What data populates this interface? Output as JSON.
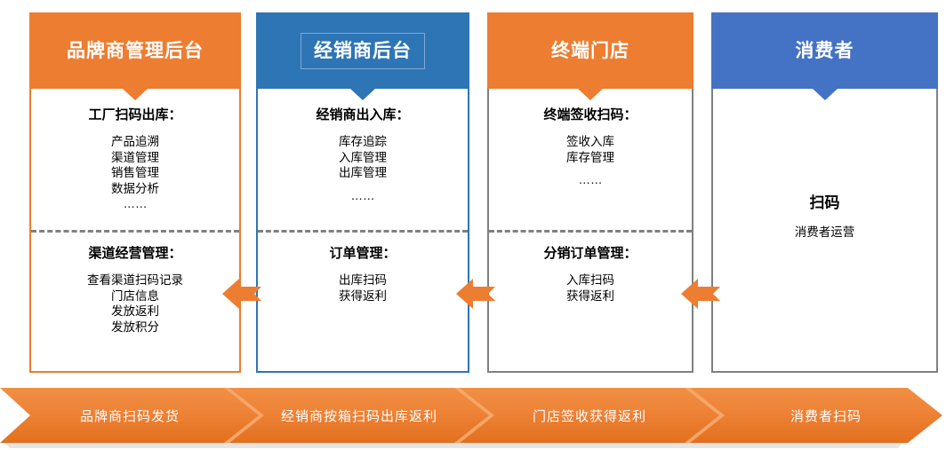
{
  "diagram": {
    "title": "品牌商-经销商-终端门店-消费者 扫码流程图",
    "colors": {
      "orange": "#ED7D31",
      "orange_dark": "#E2701F",
      "blue": "#2E75B6",
      "blue_light": "#4472C4",
      "gray_border": "#808080",
      "divider": "#808080"
    }
  },
  "columns": [
    {
      "id": "brand-owner",
      "header": "品牌商管理后台",
      "header_color": "#ED7D31",
      "header_boxed": false,
      "body_border": "#ED7D31",
      "sections": [
        {
          "heading": "工厂扫码出库：",
          "items": [
            "产品追溯",
            "渠道管理",
            "销售管理",
            "数据分析",
            "……"
          ]
        },
        {
          "heading": "渠道经营管理：",
          "items": [
            "查看渠道扫码记录",
            "门店信息",
            "发放返利",
            "发放积分"
          ]
        }
      ]
    },
    {
      "id": "distributor",
      "header": "经销商后台",
      "header_color": "#2E75B6",
      "header_boxed": true,
      "body_border": "#2E75B6",
      "sections": [
        {
          "heading": "经销商出入库：",
          "items": [
            "库存追踪",
            "入库管理",
            "出库管理",
            "……"
          ]
        },
        {
          "heading": "订单管理：",
          "items": [
            "出库扫码",
            "获得返利"
          ]
        }
      ]
    },
    {
      "id": "terminal-store",
      "header": "终端门店",
      "header_color": "#ED7D31",
      "header_boxed": false,
      "body_border": "#808080",
      "sections": [
        {
          "heading": "终端签收扫码：",
          "items": [
            "签收入库",
            "库存管理",
            "……"
          ]
        },
        {
          "heading": "分销订单管理：",
          "items": [
            "入库扫码",
            "获得返利"
          ]
        }
      ]
    },
    {
      "id": "consumer",
      "header": "消费者",
      "header_color": "#4472C4",
      "header_boxed": false,
      "body_border": "#808080",
      "sections": [
        {
          "heading": "扫码",
          "items": [
            "消费者运营"
          ]
        }
      ]
    }
  ],
  "back_arrows": [
    {
      "id": "arrow-distributor-to-brand",
      "label": "返利回流箭头 1"
    },
    {
      "id": "arrow-store-to-distributor",
      "label": "返利回流箭头 2"
    },
    {
      "id": "arrow-consumer-to-store",
      "label": "返利回流箭头 3"
    }
  ],
  "banner": {
    "steps": [
      "品牌商扫码发货",
      "经销商按箱扫码出库返利",
      "门店签收获得返利",
      "消费者扫码"
    ]
  }
}
